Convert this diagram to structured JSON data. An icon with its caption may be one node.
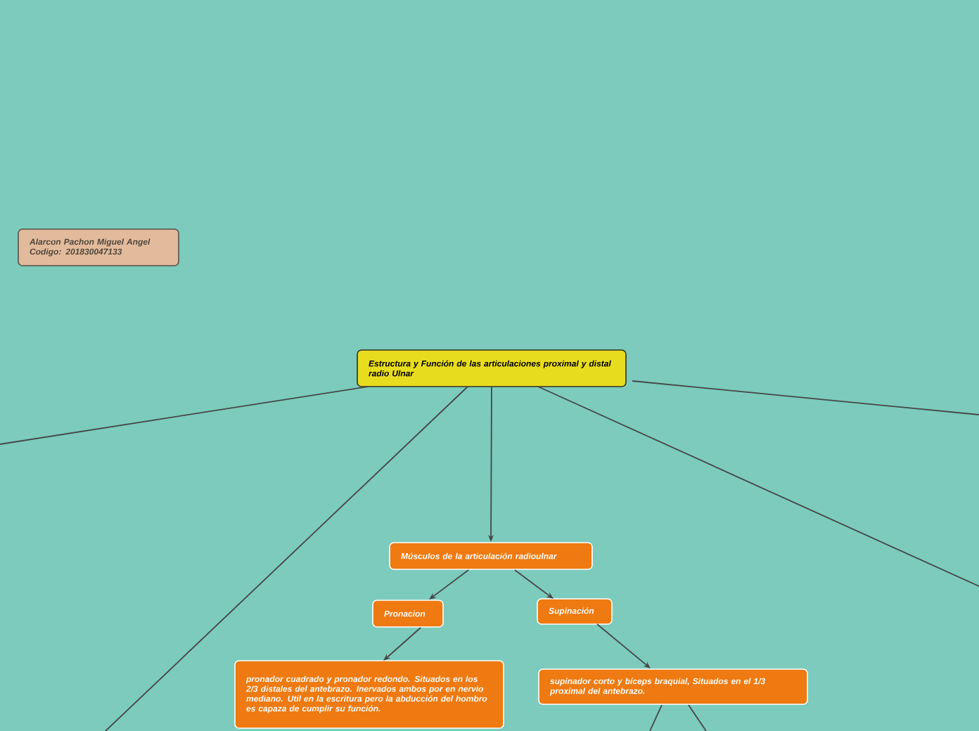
{
  "diagram": {
    "nodes": [
      {
        "text": [
          "Alarcon Pachon Miguel Angel Codigo: 201830047133"
        ]
      },
      {
        "text": [
          "Estructura y Función de las articulaciones proximal y distal radio Ulnar"
        ]
      },
      {
        "text": [
          "Músculos de la articulación radioulnar"
        ]
      },
      {
        "text": [
          "Pronacion"
        ]
      },
      {
        "text": [
          "Supinación"
        ]
      },
      {
        "text": [
          "pronador cuadrado y pronador redondo. Situados en los 2/3 distales del antebrazo. Inervados ambos por en nervio mediano. Util en la escritura pero la abducción del hombro es capaza de cumplir su función."
        ]
      },
      {
        "text": [
          "supinador corto y bíceps braquial, Situados en el 1/3 proximal del antebrazo."
        ]
      }
    ],
    "edges": [
      {
        "from": 1,
        "to": 2,
        "arrow": "to"
      },
      {
        "from": 2,
        "to": 3,
        "arrow": "to"
      },
      {
        "from": 2,
        "to": 4,
        "arrow": "to"
      },
      {
        "from": 3,
        "to": 5,
        "arrow": "to"
      },
      {
        "from": 4,
        "to": 6,
        "arrow": "to"
      },
      {
        "from": 1,
        "to": null,
        "arrow": "none"
      },
      {
        "from": 1,
        "to": null,
        "arrow": "none"
      },
      {
        "from": 1,
        "to": null,
        "arrow": "none"
      },
      {
        "from": 1,
        "to": null,
        "arrow": "none"
      },
      {
        "from": 6,
        "to": null,
        "arrow": "none"
      },
      {
        "from": 6,
        "to": null,
        "arrow": "none"
      }
    ]
  }
}
